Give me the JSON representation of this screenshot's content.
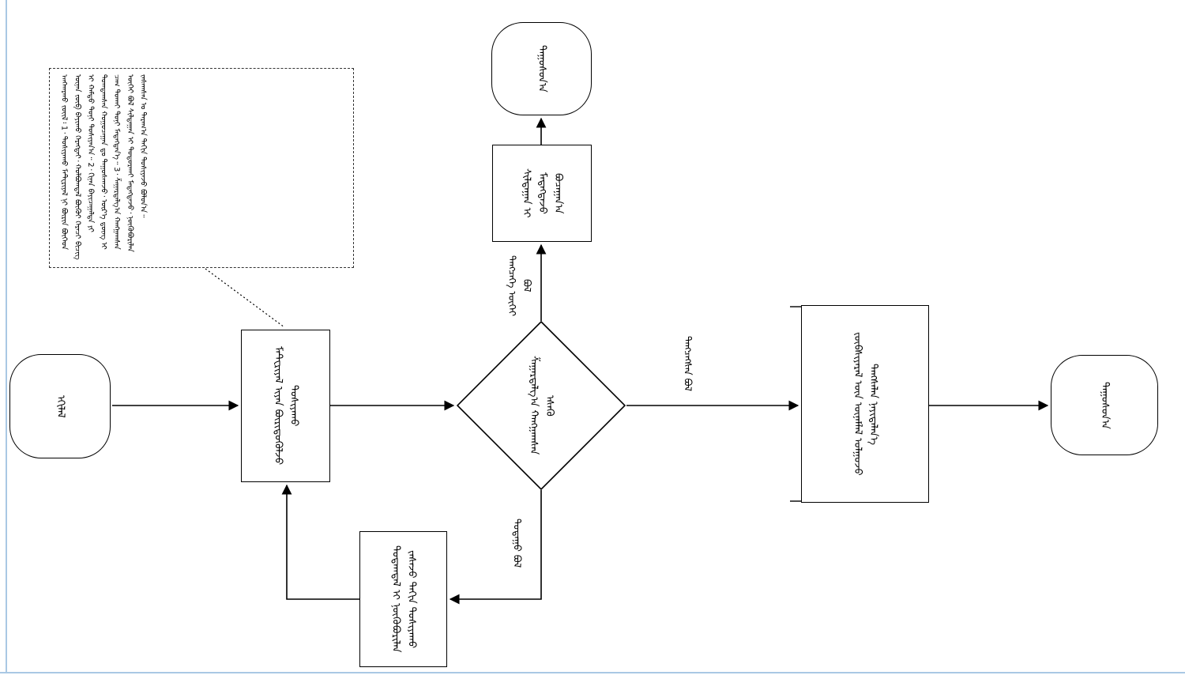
{
  "flowchart": {
    "script": "traditional-mongolian-vertical",
    "colors": {
      "stroke": "#000000",
      "node_fill": "#ffffff",
      "text": "#000000",
      "page_edge": "#a9c8e4"
    },
    "nodes": {
      "start": {
        "shape": "terminator",
        "text": "ᠡᠬᠢᠯᠡᠯ"
      },
      "submit": {
        "shape": "process",
        "text": "ᠮᠠᠲ᠋ᠧᠷᠢᠶᠠᠯ ᠢᠶᠠᠨ ᠪᠦᠷᠢᠳᠦᠭᠦᠯᠵᠦ ᠲᠤᠰᠢᠶᠠᠬᠤ"
      },
      "decision": {
        "shape": "decision",
        "text": "ᠱᠠᠭᠠᠷᠳᠠᠯᠭ᠎ᠠ ᠬᠠᠩᠭᠠᠭᠰᠠᠨ ᠡᠰᠡᠬᠦ"
      },
      "notify": {
        "shape": "process",
        "text": "ᠰᠢᠯᠲᠠᠭᠠᠨ ᠢ ᠮᠡᠳᠡᠭᠳᠡᠵᠦ ᠪᠤᠴᠠᠭᠠᠨ᠎ᠠ"
      },
      "end_top": {
        "shape": "terminator",
        "text": "ᠳᠠᠭᠤᠰᠤᠨ᠎ᠠ"
      },
      "issue": {
        "shape": "process",
        "text": "ᠵᠥᠪᠰᠢᠶᠡᠷᠡᠯ ᠦᠨ ᠦᠨᠡᠮᠯᠡᠯ ᠣᠯᠭᠣᠵᠤ ᠳᠠᠩᠰᠠᠯᠠᠨ ᠨᠡᠶᠢᠲᠡᠯᠡᠨ᠎ᠡ"
      },
      "end_right": {
        "shape": "terminator",
        "text": "ᠳᠠᠭᠤᠰᠤᠨ᠎ᠠ"
      },
      "revise": {
        "shape": "process",
        "text": "ᠳᠤᠲᠠᠭᠳᠠᠯ ᠢ ᠨᠥᠬᠥᠪᠥᠷᠢᠯᠡᠨ ᠵᠠᠰᠠᠵᠤ ᠳᠠᠬᠢᠨ ᠲᠤᠰᠢᠶᠠᠬᠤ"
      }
    },
    "edge_labels": {
      "not_qualified": "ᠲᠡᠩᠴᠡᠭᠡ ᠦᠭᠡᠢ ᠪᠣᠯ",
      "qualified": "ᠲᠡᠩᠴᠡᠭᠰᠡᠨ ᠪᠣᠯ",
      "incomplete": "ᠳᠤᠲᠠᠭᠤ ᠪᠣᠯ"
    },
    "note": {
      "text": "ᠠᠩᠬᠠᠷᠬᠤ ᠵᠦᠢᠯ᠄ 1᠂ ᠲᠤᠰᠢᠶᠠᠬᠤ ᠮᠠᠲ᠋ᠧᠷᠢᠶᠠᠯ ᠨᠢ ᠪᠦᠷᠢᠨ ᠪᠥᠭᠡᠳ ᠦᠨᠡᠨ ᠵᠥᠪ ᠪᠠᠶᠢᠬᠤ ᠬᠡᠷᠡᠭᠲᠡᠢ᠂ ᠬᠣᠯᠪᠣᠭᠳᠠᠯ ᠪᠦᠬᠦᠢ ᠭᠡᠷᠡᠴᠢ ᠪᠢᠴᠢᠭ ᠢ ᠬᠠᠮᠲᠤ ᠳᠤᠨᠢ ᠲᠤᠰᠢᠶᠠᠨ᠎ᠠ᠃ 2᠂ ᠬᠢᠨᠠᠨ ᠪᠠᠶᠢᠴᠠᠭᠠᠯᠲᠠ ᠶᠢ ᠲᠣᠭᠲᠠᠭᠰᠠᠨ ᠬᠤᠭᠤᠴᠠᠭᠠᠨ ᠳᠤ ᠳᠠᠭᠤᠰᠬᠠᠵᠤ᠂ ᠦᠷ᠎ᠡ ᠳ᠋ᠦᠩ ᠢ ᠴᠠᠭ ᠲᠤᠬᠠᠢ ᠳᠤᠨᠢ ᠮᠡᠳᠡᠭᠳᠡᠨ᠎ᠡ᠃ 3᠂ ᠱᠠᠭᠠᠷᠳᠠᠯᠭ᠎ᠠ ᠬᠠᠩᠭᠠᠭᠰᠠᠨ ᠦᠭᠡᠢ ᠪᠣᠯ ᠰᠢᠯᠲᠠᠭᠠᠨ ᠢ ᠲᠣᠳᠣᠷᠬᠠᠢ ᠮᠡᠳᠡᠭᠳᠡᠵᠦ᠂ ᠨᠥᠬᠥᠪᠥᠷᠢᠯᠡᠨ ᠵᠠᠰᠠᠭᠰᠠᠨ ᠤ ᠳᠠᠷᠠᠭ᠎ᠠ ᠳᠠᠬᠢᠨ ᠲᠤᠰᠢᠶᠠᠵᠤ ᠪᠣᠯᠤᠨ᠎ᠠ᠃"
    }
  }
}
